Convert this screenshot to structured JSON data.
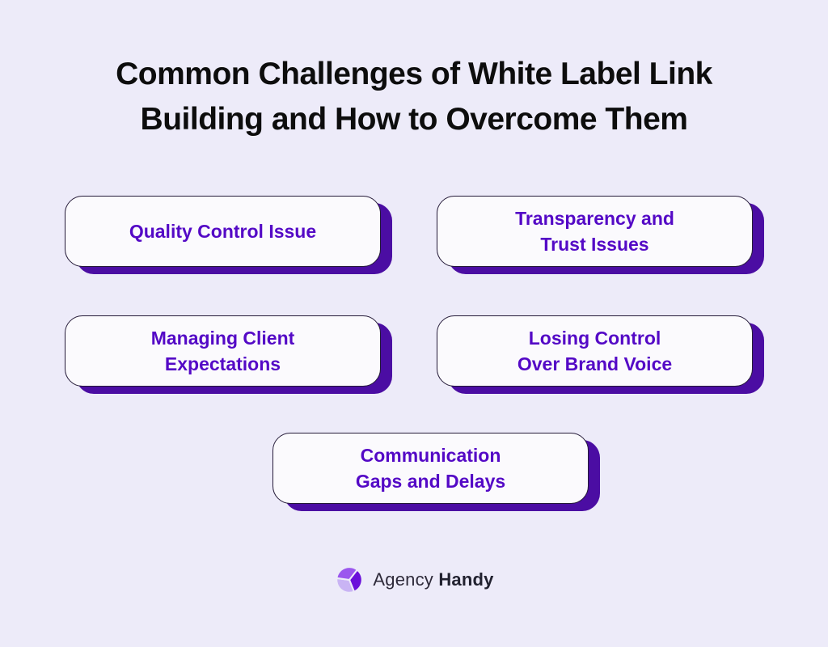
{
  "page": {
    "background_color": "#edebf9"
  },
  "title": {
    "line1": "Common Challenges of White Label Link",
    "line2": "Building and How to Overcome Them"
  },
  "cards": [
    {
      "lines": [
        "Quality Control Issue",
        ""
      ]
    },
    {
      "lines": [
        "Transparency and",
        "Trust Issues"
      ]
    },
    {
      "lines": [
        "Managing Client",
        "Expectations"
      ]
    },
    {
      "lines": [
        "Losing Control",
        "Over Brand Voice"
      ]
    },
    {
      "lines": [
        "Communication",
        "Gaps and Delays"
      ]
    }
  ],
  "footer": {
    "logo_icon": "triskelion-swirl-icon",
    "brand_name_regular": "Agency ",
    "brand_name_bold": "Handy"
  },
  "colors": {
    "background": "#edebf9",
    "card_background": "#fbfafd",
    "card_border": "#241a38",
    "card_shadow": "#4b0da3",
    "card_text": "#5409c6",
    "title_text": "#0d0d0d",
    "logo_purple_dark": "#6a10da",
    "logo_purple_medium": "#9b57ee",
    "logo_purple_light": "#c9b4f4"
  }
}
